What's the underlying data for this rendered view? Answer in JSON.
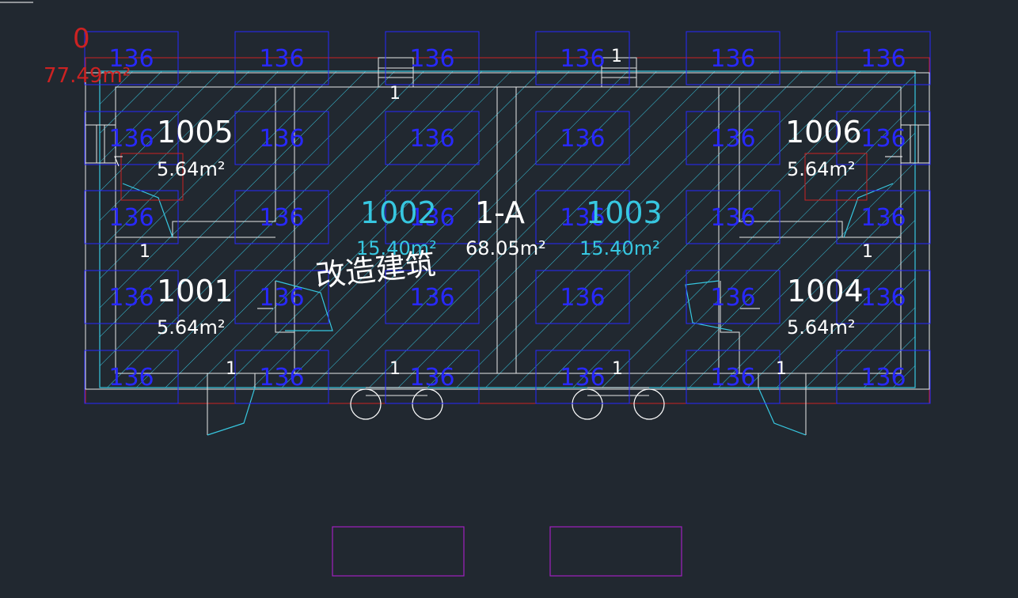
{
  "drawing": {
    "floor_index": "0",
    "total_area": "77.49m²",
    "watermark": "改造建筑",
    "center_room": {
      "name": "1-A",
      "area": "68.05m²"
    },
    "rooms": [
      {
        "id": "1005",
        "area": "5.64m²"
      },
      {
        "id": "1006",
        "area": "5.64m²"
      },
      {
        "id": "1001",
        "area": "5.64m²"
      },
      {
        "id": "1004",
        "area": "5.64m²"
      },
      {
        "id": "1002",
        "area": "15.40m²"
      },
      {
        "id": "1003",
        "area": "15.40m²"
      }
    ],
    "grid_tag": "136",
    "marker": "1"
  },
  "colors": {
    "background": "#212830",
    "wall": "#e8e8e8",
    "hatch": "#37c7e0",
    "grid_box": "#2828ff",
    "outline": "#cc2222",
    "viewport": "#a020c0"
  }
}
